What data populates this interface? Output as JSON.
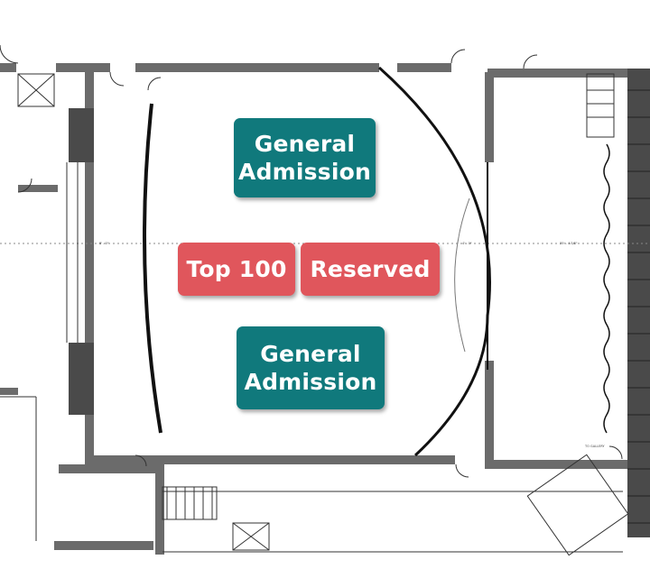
{
  "zones": {
    "general_admission_top": {
      "line1": "General",
      "line2": "Admission",
      "color": "#10797c"
    },
    "top_100": {
      "label": "Top 100",
      "color": "#e0565c"
    },
    "reserved": {
      "label": "Reserved",
      "color": "#e0565c"
    },
    "general_admission_bottom": {
      "line1": "General",
      "line2": "Admission",
      "color": "#10797c"
    }
  },
  "plan_notes": {
    "to_gallery": "TO GALLERY",
    "dim_left": "8' - 0\"",
    "dim_mid": "4' - 0\"",
    "dim_right": "35' - 4 3/8\""
  },
  "colors": {
    "wall": "#6b6b6b",
    "wall_dark": "#4a4a4a",
    "line": "#333333"
  }
}
